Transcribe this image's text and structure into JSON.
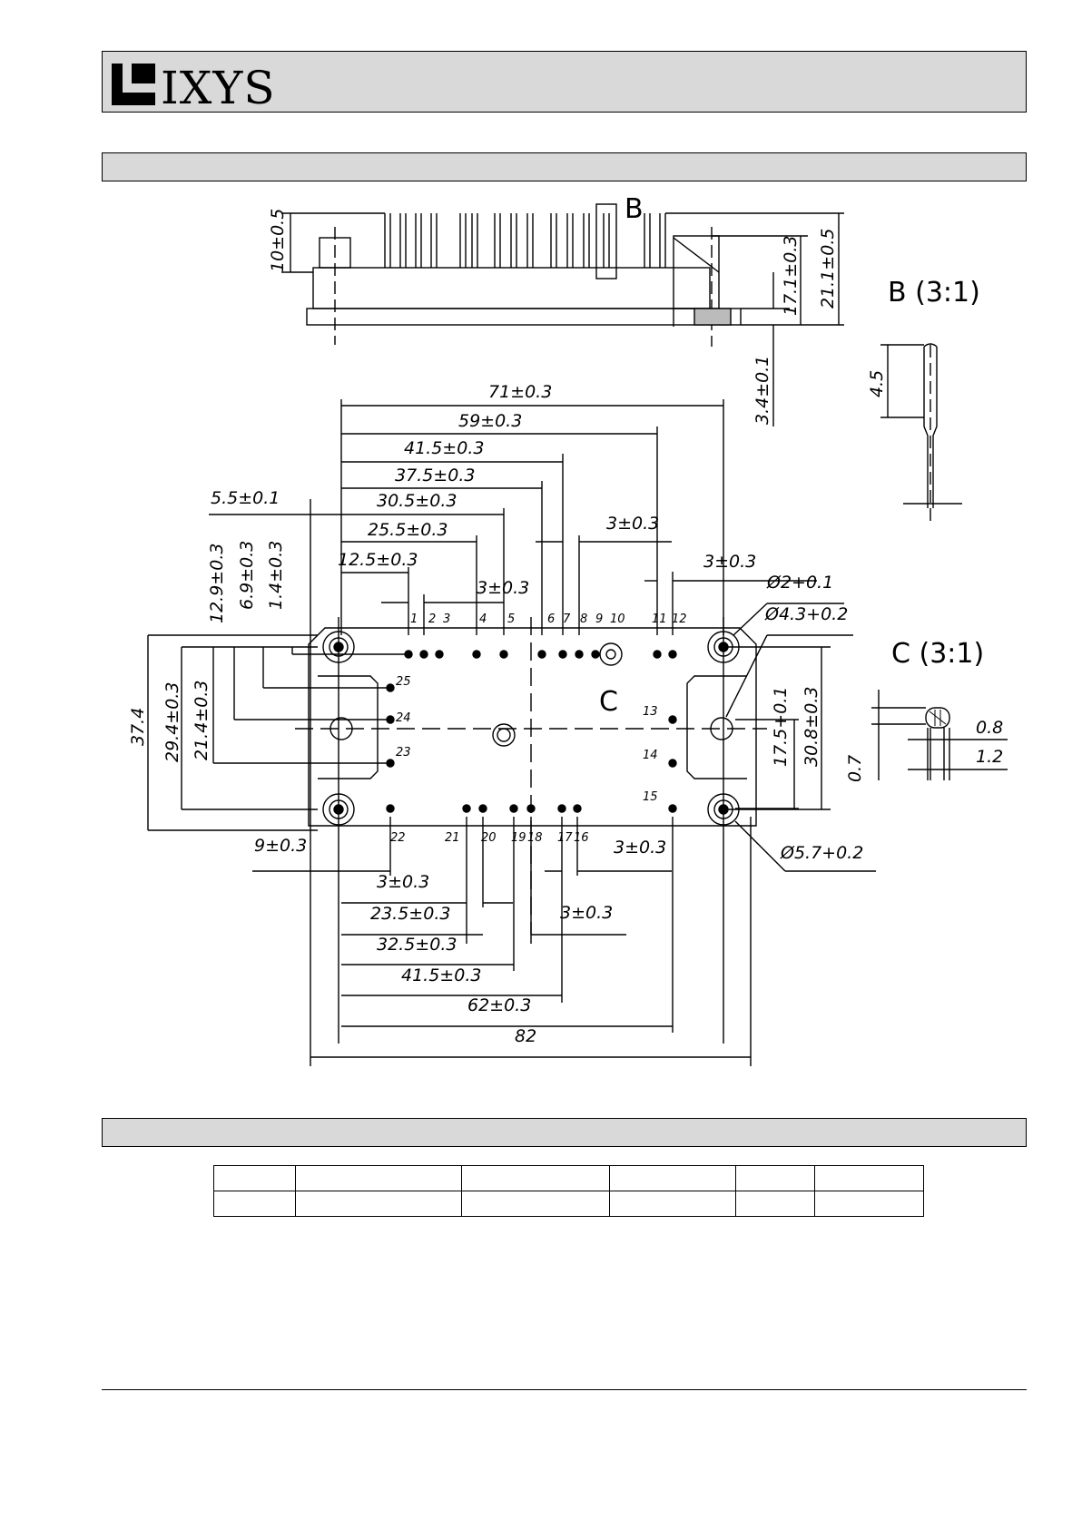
{
  "header": {
    "logo_text": "IXYS",
    "colors": {
      "band": "#d9d9d9",
      "ink": "#000000"
    }
  },
  "drawing": {
    "views": {
      "b_label": "B",
      "b_detail": "B (3:1)",
      "c_label": "C",
      "c_detail": "C (3:1)"
    },
    "side_dims": {
      "height_10": "10±0.5",
      "height_17": "17.1±0.3",
      "height_21": "21.1±0.5",
      "height_3_4": "3.4±0.1"
    },
    "detail_b": {
      "pin_len": "4.5"
    },
    "detail_c": {
      "w08": "0.8",
      "w12": "1.2",
      "h07": "0.7"
    },
    "top_dims": {
      "d71": "71±0.3",
      "d59": "59±0.3",
      "d41_5": "41.5±0.3",
      "d37_5": "37.5±0.3",
      "d30_5": "30.5±0.3",
      "d25_5": "25.5±0.3",
      "d12_5": "12.5±0.3",
      "d5_5": "5.5±0.1",
      "d3a": "3±0.3",
      "d3b": "3±0.3",
      "d3c": "3±0.3"
    },
    "left_dims": {
      "d12_9": "12.9±0.3",
      "d6_9": "6.9±0.3",
      "d1_4": "1.4±0.3",
      "d37_4": "37.4",
      "d29_4": "29.4±0.3",
      "d21_4": "21.4±0.3"
    },
    "holes": {
      "phi2": "Ø2+0.1",
      "phi4_3": "Ø4.3+0.2",
      "phi5_7": "Ø5.7+0.2"
    },
    "right_dims": {
      "d17_5": "17.5+0.1",
      "d30_8": "30.8±0.3"
    },
    "bottom_dims": {
      "d9": "9±0.3",
      "d3d": "3±0.3",
      "d3e": "3±0.3",
      "d3f": "3±0.3",
      "d23_5": "23.5±0.3",
      "d32_5": "32.5±0.3",
      "d41_5b": "41.5±0.3",
      "d62": "62±0.3",
      "d82": "82"
    },
    "pins_top": [
      "1",
      "2",
      "3",
      "4",
      "5",
      "6",
      "7",
      "8",
      "9",
      "10",
      "11",
      "12"
    ],
    "pins_right": [
      "13",
      "14",
      "15"
    ],
    "pins_bottom": [
      "22",
      "21",
      "20",
      "19",
      "18",
      "17",
      "16"
    ],
    "pins_left": [
      "25",
      "24",
      "23"
    ]
  }
}
